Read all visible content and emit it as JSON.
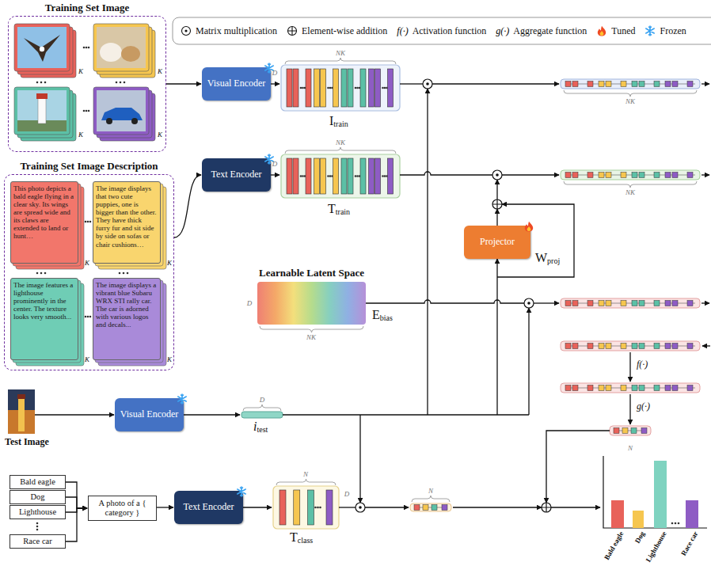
{
  "diagram": {
    "nodes": [
      {
        "text": [
          "Training Set Image"
        ]
      },
      {
        "text": [
          "Visual Encoder"
        ]
      },
      {
        "text": [
          "Training Set Image Description"
        ]
      },
      {
        "text": [
          "This photo depicts a bald eagle flying in a clear sky. Its wings are spread wide and its claws are extended to land or hunt…"
        ],
        "in": 2
      },
      {
        "text": [
          "The image displays that two cute puppies, one is bigger than the other. They have thick furry fur and sit side by side on sofas or chair cushions…"
        ],
        "in": 2
      },
      {
        "text": [
          "The image features a lighthouse prominently in the center. The texture looks very smooth..."
        ],
        "in": 2
      },
      {
        "text": [
          "The image displays a vibrant blue Subaru WRX STI rally car. The car is adorned with various logos and decals..."
        ],
        "in": 2
      },
      {
        "text": [
          "Text Encoder"
        ]
      },
      {
        "text": [
          "Projector"
        ]
      },
      {
        "text": [
          "Learnable Latent Space"
        ]
      },
      {
        "text": [
          "Test Image"
        ]
      },
      {
        "text": [
          "Visual Encoder"
        ]
      },
      {
        "text": [
          "Bald eagle"
        ]
      },
      {
        "text": [
          "Dog"
        ]
      },
      {
        "text": [
          "Lighthouse"
        ]
      },
      {
        "text": [
          "Race car"
        ]
      },
      {
        "text": [
          "A photo of a { category }"
        ]
      },
      {
        "text": [
          "Text Encoder"
        ]
      }
    ],
    "edges": [
      {
        "from": 0,
        "to": 1,
        "arrow": "to"
      },
      {
        "from": 2,
        "to": 7,
        "arrow": "to"
      },
      {
        "from": 10,
        "to": 11,
        "arrow": "to"
      },
      {
        "from": 12,
        "to": 16,
        "arrow": "to"
      },
      {
        "from": 13,
        "to": 16,
        "arrow": "to"
      },
      {
        "from": 14,
        "to": 16,
        "arrow": "to"
      },
      {
        "from": 15,
        "to": 16,
        "arrow": "to"
      },
      {
        "from": 16,
        "to": 17,
        "arrow": "to"
      }
    ],
    "labels": [
      "f(·)",
      "g(·)",
      "K",
      "K",
      "K",
      "K",
      "K",
      "K",
      "K",
      "K",
      "NK",
      "D",
      "I",
      "train",
      "NK",
      "D",
      "T",
      "train",
      "NK",
      "NK",
      "W",
      "proj",
      "D",
      "NK",
      "E",
      "bias",
      "f(·)",
      "g(·)",
      "N",
      "D",
      "i",
      "test",
      "N",
      "D",
      "T",
      "class",
      "N",
      "Bald eagle",
      "Dog",
      "Lighthouse",
      "Race car"
    ],
    "legend": [
      {
        "text": "Matrix multiplication"
      },
      {
        "text": "Element-wise addition"
      },
      {
        "text": "Activation function"
      },
      {
        "text": "Aggregate function"
      },
      {
        "text": "Tuned"
      },
      {
        "text": "Frozen"
      }
    ]
  }
}
